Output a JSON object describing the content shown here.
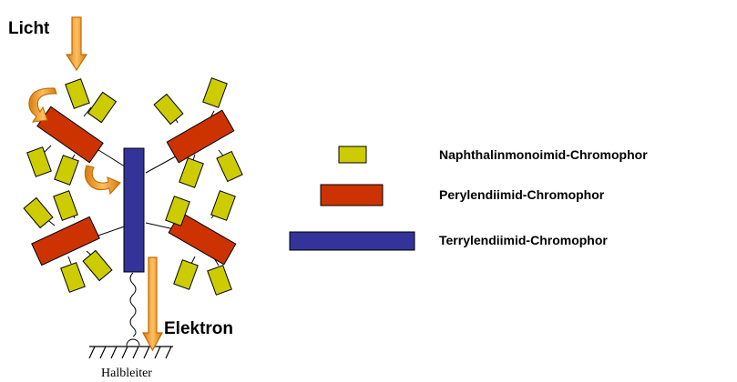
{
  "labels": {
    "light": "Licht",
    "electron": "Elektron",
    "semiconductor": "Halbleiter"
  },
  "legend": [
    {
      "label": "Naphthalinmonoimid-Chromophor",
      "color": "#cccc00"
    },
    {
      "label": "Perylendiimid-Chromophor",
      "color": "#cc3300"
    },
    {
      "label": "Terrylendiimid-Chromophor",
      "color": "#333399"
    }
  ],
  "colors": {
    "naphthalene": "#cccc00",
    "perylene": "#cc3300",
    "terrylene": "#333399",
    "arrow": "#f0a030",
    "arrow_stroke": "#c06a00",
    "outline": "#000000"
  }
}
